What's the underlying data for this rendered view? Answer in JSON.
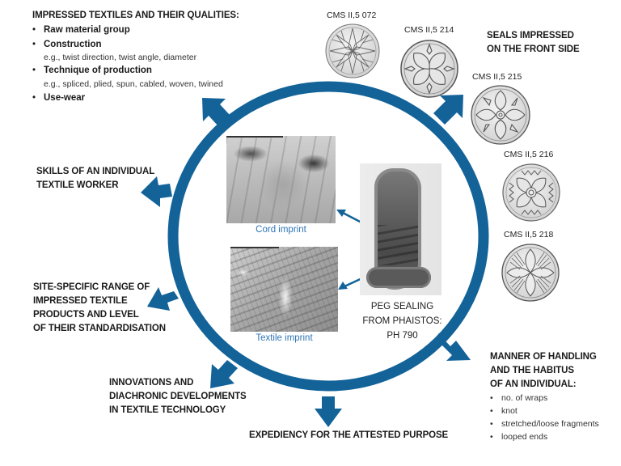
{
  "colors": {
    "ring": "#136399",
    "caption": "#2e75b6",
    "text": "#1a1a1a"
  },
  "center": {
    "cord_caption": "Cord imprint",
    "textile_caption": "Textile imprint",
    "peg_label": [
      "PEG SEALING",
      "FROM PHAISTOS:",
      "PH 790"
    ]
  },
  "qualities": {
    "title": "IMPRESSED TEXTILES AND THEIR QUALITIES:",
    "items": [
      {
        "label": "Raw material group",
        "detail": ""
      },
      {
        "label": "Construction",
        "detail": "e.g., twist direction, twist angle, diameter"
      },
      {
        "label": "Technique of production",
        "detail": "e.g., spliced, plied, spun, cabled, woven, twined"
      },
      {
        "label": "Use-wear",
        "detail": ""
      }
    ]
  },
  "skills": {
    "lines": [
      "SKILLS OF AN INDIVIDUAL",
      "TEXTILE WORKER"
    ]
  },
  "site_specific": {
    "lines": [
      "SITE-SPECIFIC RANGE OF",
      "IMPRESSED TEXTILE",
      "PRODUCTS AND LEVEL",
      "OF THEIR STANDARDISATION"
    ]
  },
  "innovations": {
    "lines": [
      "INNOVATIONS AND",
      "DIACHRONIC DEVELOPMENTS",
      "IN TEXTILE TECHNOLOGY"
    ]
  },
  "expediency": {
    "label": "EXPEDIENCY FOR THE ATTESTED PURPOSE"
  },
  "handling": {
    "lines": [
      "MANNER OF HANDLING",
      "AND THE HABITUS",
      "OF AN INDIVIDUAL:"
    ],
    "items": [
      "no. of wraps",
      "knot",
      "stretched/loose fragments",
      "looped ends"
    ]
  },
  "seals": {
    "title": [
      "SEALS IMPRESSED",
      "ON THE FRONT SIDE"
    ],
    "items": [
      {
        "label": "CMS II,5 072",
        "pattern": "eight-petal-star"
      },
      {
        "label": "CMS II,5 214",
        "pattern": "four-leaf-rosette"
      },
      {
        "label": "CMS II,5 215",
        "pattern": "four-leaf-rosette-center-ring"
      },
      {
        "label": "CMS II,5 216",
        "pattern": "four-leaf-rosette-spiked"
      },
      {
        "label": "CMS II,5 218",
        "pattern": "four-leaf-rosette-hatched"
      }
    ]
  }
}
